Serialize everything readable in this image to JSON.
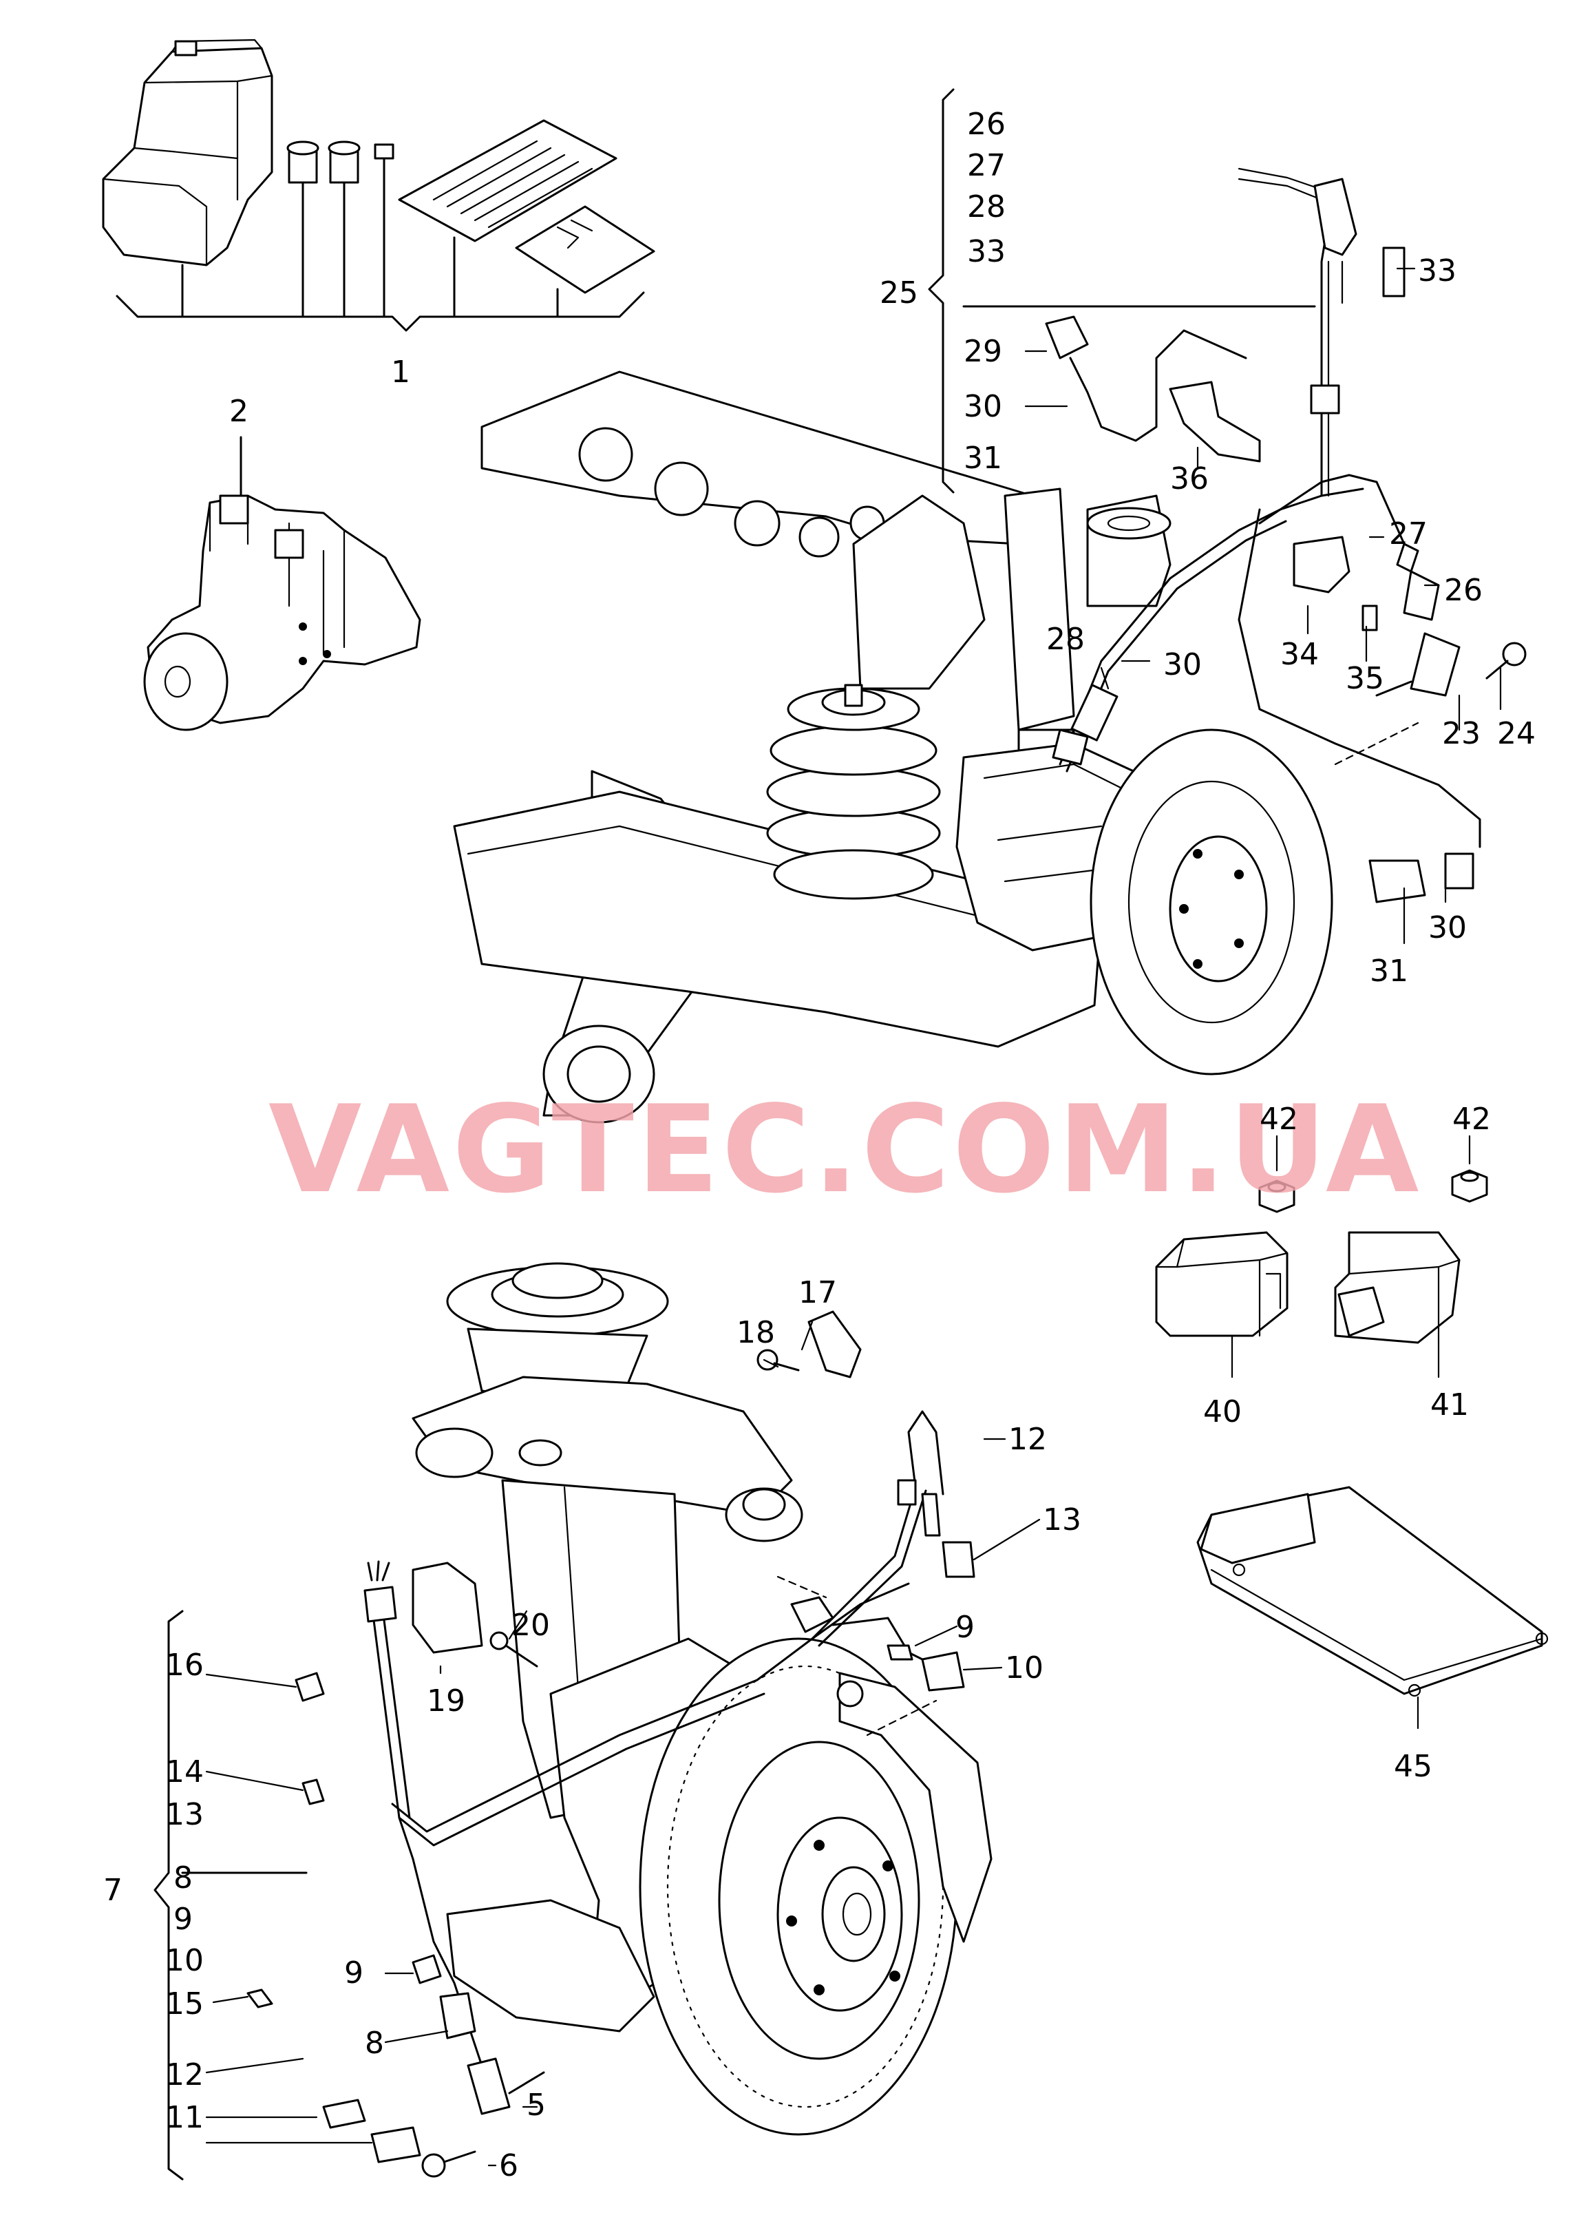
{
  "watermark": "VAGTEC.COM.UA",
  "labels": {
    "p1": "1",
    "p2": "2",
    "p5": "5",
    "p6": "6",
    "p7": "7",
    "p8a": "8",
    "p8b": "8",
    "p9a": "9",
    "p9b": "9",
    "p9c": "9",
    "p10a": "10",
    "p10b": "10",
    "p11": "11",
    "p12a": "12",
    "p12b": "12",
    "p13a": "13",
    "p13b": "13",
    "p14": "14",
    "p15": "15",
    "p16": "16",
    "p17": "17",
    "p18": "18",
    "p19": "19",
    "p20": "20",
    "p23": "23",
    "p24": "24",
    "p25": "25",
    "p26a": "26",
    "p26b": "26",
    "p27a": "27",
    "p27b": "27",
    "p28a": "28",
    "p28b": "28",
    "p29": "29",
    "p30a": "30",
    "p30b": "30",
    "p30c": "30",
    "p31a": "31",
    "p31b": "31",
    "p33a": "33",
    "p33b": "33",
    "p34": "34",
    "p35": "35",
    "p36": "36",
    "p40": "40",
    "p41": "41",
    "p42a": "42",
    "p42b": "42",
    "p45": "45"
  }
}
